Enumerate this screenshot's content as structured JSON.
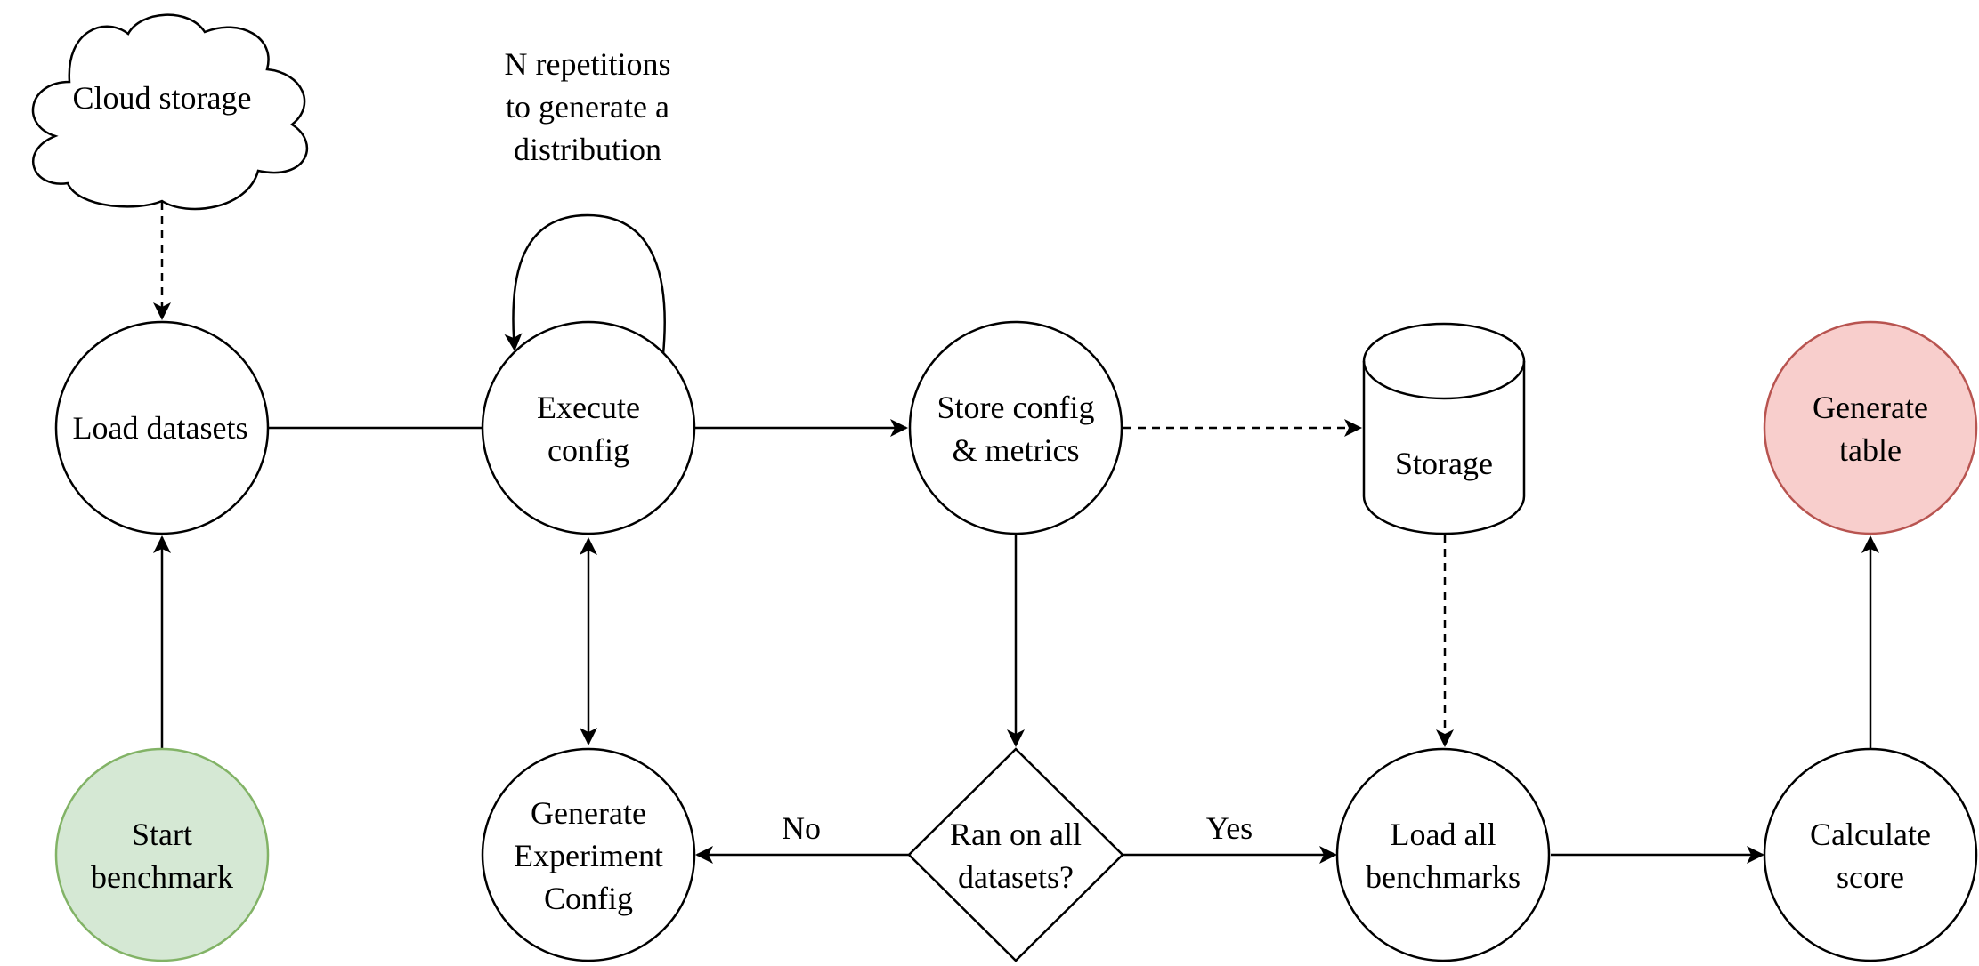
{
  "colors": {
    "stroke": "#000000",
    "background": "#ffffff",
    "start_fill": "#d5e8d4",
    "start_stroke": "#82b366",
    "end_fill": "#f8cecc",
    "end_stroke": "#b85450"
  },
  "nodes": {
    "cloud_storage": {
      "label": "Cloud storage"
    },
    "repetitions_note": {
      "lines": [
        "N repetitions",
        "to generate a",
        "distribution"
      ]
    },
    "load_datasets": {
      "label": "Load datasets"
    },
    "execute_config": {
      "lines": [
        "Execute",
        "config"
      ]
    },
    "store_config_metrics": {
      "lines": [
        "Store config",
        "& metrics"
      ]
    },
    "storage": {
      "label": "Storage"
    },
    "generate_table": {
      "lines": [
        "Generate",
        "table"
      ]
    },
    "start_benchmark": {
      "lines": [
        "Start",
        "benchmark"
      ]
    },
    "generate_experiment_config": {
      "lines": [
        "Generate",
        "Experiment",
        "Config"
      ]
    },
    "ran_on_all_datasets": {
      "lines": [
        "Ran on all",
        "datasets?"
      ]
    },
    "load_all_benchmarks": {
      "lines": [
        "Load all",
        "benchmarks"
      ]
    },
    "calculate_score": {
      "lines": [
        "Calculate",
        "score"
      ]
    }
  },
  "edges": {
    "no_label": "No",
    "yes_label": "Yes"
  }
}
